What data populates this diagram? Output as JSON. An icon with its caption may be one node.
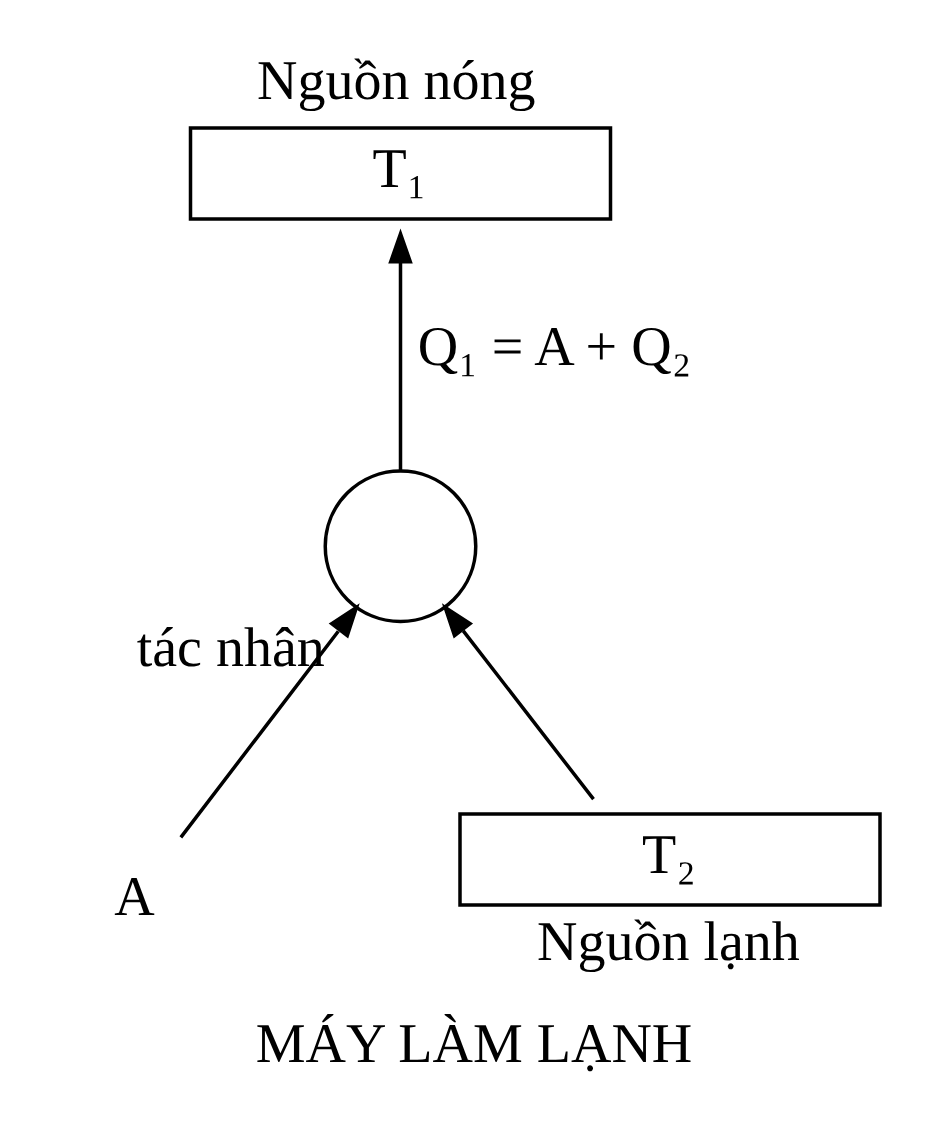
{
  "diagram": {
    "caption": "MÁY LÀM LẠNH",
    "nodes": [
      {
        "text": [
          "Nguồn nóng",
          "T₁"
        ]
      },
      {
        "text": [],
        "shape": "circle",
        "beside": [
          "tác nhân"
        ]
      },
      {
        "text": [
          "A"
        ]
      },
      {
        "text": [
          "T₂",
          "Nguồn lạnh"
        ]
      }
    ],
    "edges": [
      {
        "from": 1,
        "to": 0,
        "arrow": "to",
        "label": "Q₁ = A + Q₂"
      },
      {
        "from": 2,
        "to": 1,
        "arrow": "to"
      },
      {
        "from": 3,
        "to": 1,
        "arrow": "to"
      }
    ]
  }
}
